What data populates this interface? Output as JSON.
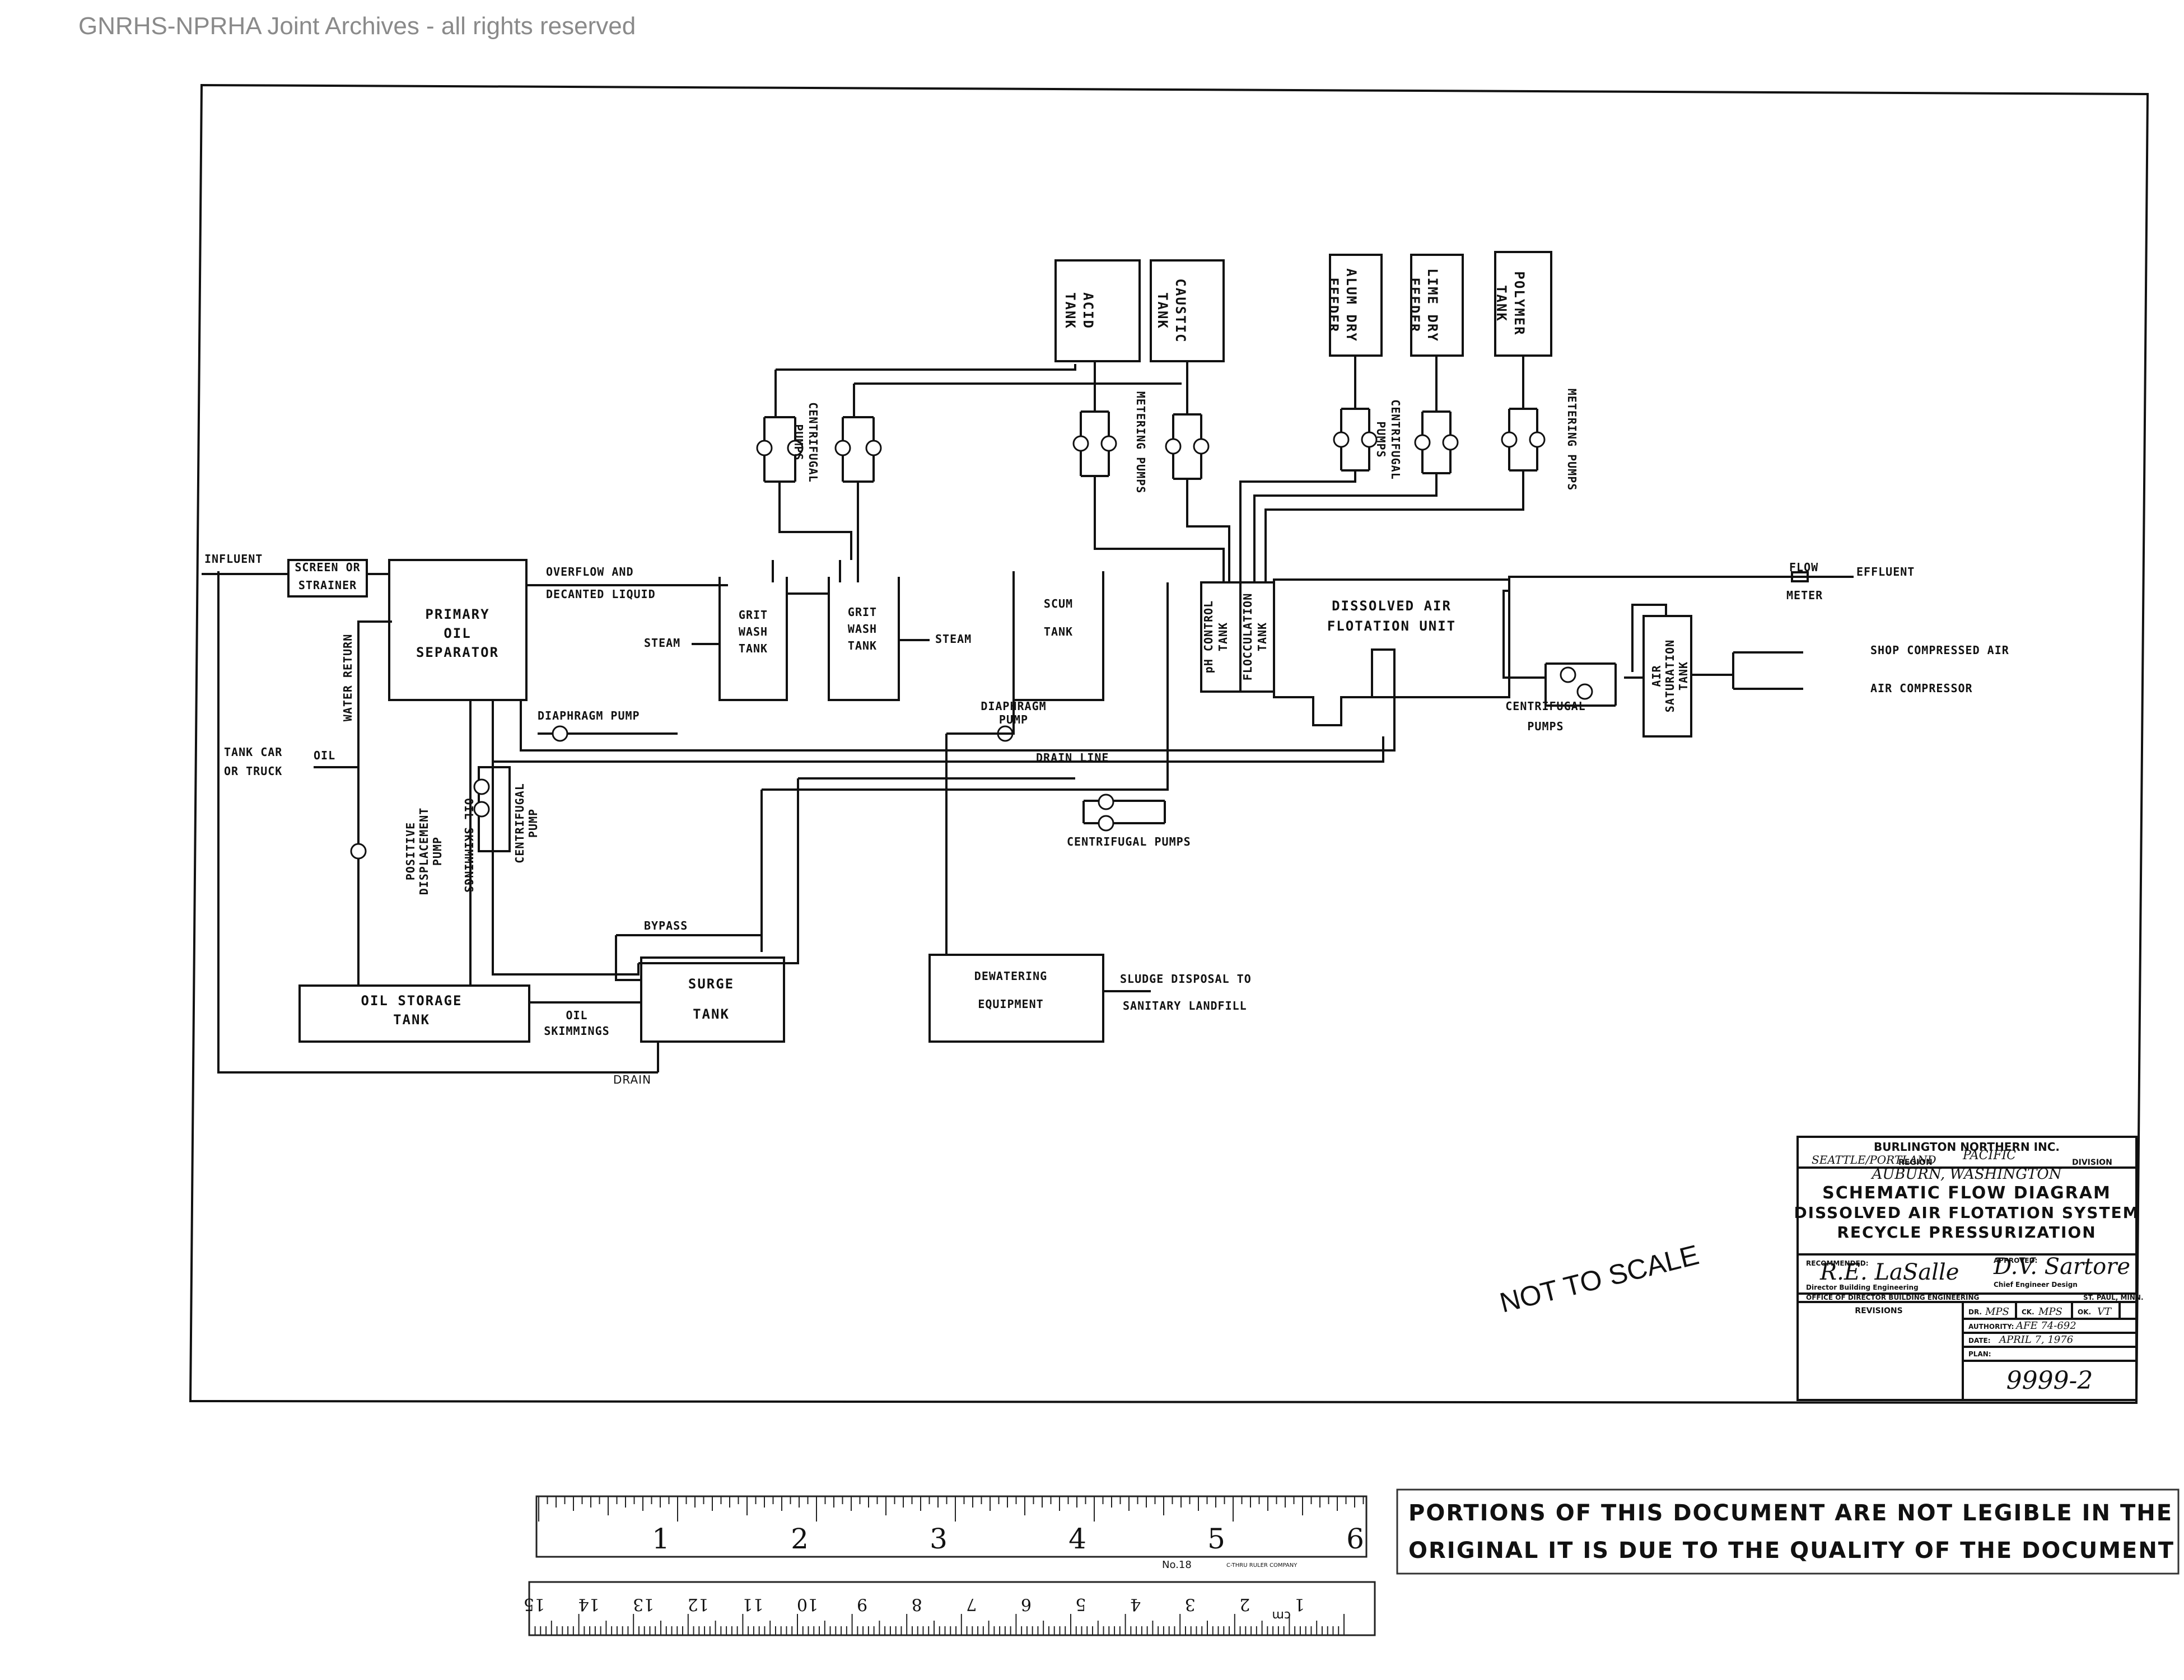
{
  "watermark": "GNRHS-NPRHA Joint Archives - all rights reserved",
  "labels": {
    "acid_tank": [
      "ACID",
      "TANK"
    ],
    "caustic_tank": [
      "CAUSTIC",
      "TANK"
    ],
    "alum_dry_feeder": [
      "ALUM DRY",
      "FEEDER"
    ],
    "lime_dry_feeder": [
      "LIME DRY",
      "FEEDER"
    ],
    "polymer_tank": [
      "POLYMER",
      "TANK"
    ],
    "centrifugal_pumps_top": [
      "CENTRIFUGAL",
      "PUMPS"
    ],
    "metering_pumps_acid": "METERING PUMPS",
    "centrifugal_pumps_alum": [
      "CENTRIFUGAL",
      "PUMPS"
    ],
    "metering_pumps_polymer": "METERING PUMPS",
    "influent": "INFLUENT",
    "screen_or_strainer": [
      "SCREEN OR",
      "STRAINER"
    ],
    "primary_oil_separator": [
      "PRIMARY",
      "OIL",
      "SEPARATOR"
    ],
    "overflow_decanted": [
      "OVERFLOW AND",
      "DECANTED LIQUID"
    ],
    "grit_wash_tank_1": [
      "GRIT",
      "WASH",
      "TANK"
    ],
    "grit_wash_tank_2": [
      "GRIT",
      "WASH",
      "TANK"
    ],
    "steam_left": "STEAM",
    "steam_right": "STEAM",
    "scum_tank": [
      "SCUM",
      "TANK"
    ],
    "ph_control_tank": [
      "pH CONTROL",
      "TANK"
    ],
    "flocculation_tank": [
      "FLOCCULATION",
      "TANK"
    ],
    "dissolved_air_flotation_unit": [
      "DISSOLVED AIR",
      "FLOTATION UNIT"
    ],
    "flow_meter": [
      "FLOW",
      "METER"
    ],
    "effluent": "EFFLUENT",
    "air_saturation_tank": [
      "AIR",
      "SATURATION",
      "TANK"
    ],
    "shop_compressed_air": "SHOP COMPRESSED AIR",
    "air_compressor": "AIR COMPRESSOR",
    "centrifugal_pumps_air": [
      "CENTRIFUGAL",
      "PUMPS"
    ],
    "diaphragm_pump_1": "DIAPHRAGM PUMP",
    "diaphragm_pump_2": [
      "DIAPHRAGM",
      "PUMP"
    ],
    "drain_line": "DRAIN LINE",
    "water_return": "WATER RETURN",
    "tank_car": [
      "TANK CAR",
      "OR TRUCK"
    ],
    "oil": "OIL",
    "positive_displacement_pump": [
      "POSITIVE",
      "DISPLACEMENT",
      "PUMP"
    ],
    "oil_skimmings_vertical": "OIL SKIMMINGS",
    "centrifugal_pump_left": [
      "CENTRIFUGAL",
      "PUMP"
    ],
    "centrifugal_pumps_mid": "CENTRIFUGAL PUMPS",
    "bypass": "BYPASS",
    "surge_tank": [
      "SURGE",
      "TANK"
    ],
    "oil_storage_tank": [
      "OIL STORAGE",
      "TANK"
    ],
    "oil_skimmings": [
      "OIL",
      "SKIMMINGS"
    ],
    "drain": "DRAIN",
    "dewatering_equipment": [
      "DEWATERING",
      "EQUIPMENT"
    ],
    "sludge_disposal": [
      "SLUDGE DISPOSAL TO",
      "SANITARY LANDFILL"
    ],
    "not_to_scale": "NOT TO SCALE"
  },
  "title_block": {
    "company": "BURLINGTON NORTHERN INC.",
    "region": "SEATTLE/PORTLAND",
    "region_suffix": "REGION",
    "division_name": "PACIFIC",
    "division_suffix": "DIVISION",
    "location": "AUBURN, WASHINGTON",
    "title_1": "SCHEMATIC FLOW DIAGRAM",
    "title_2": "DISSOLVED AIR FLOTATION SYSTEM",
    "title_3": "RECYCLE PRESSURIZATION",
    "recommended": "RECOMMENDED:",
    "approved": "APPROVED:",
    "sig_1": "R.E. LaSalle",
    "sig_2": "D.V. Sartore",
    "role_1": "Director Building Engineering",
    "role_2": "Chief Engineer Design",
    "office": "OFFICE OF DIRECTOR BUILDING ENGINEERING",
    "city": "ST. PAUL, MINN.",
    "revisions": "REVISIONS",
    "dr_label": "DR.",
    "dr_value": "MPS",
    "ck_label": "CK.",
    "ck_value": "MPS",
    "ok_label": "OK.",
    "ok_value": "VT",
    "authority_label": "AUTHORITY:",
    "authority_value": "AFE 74-692",
    "date_label": "DATE:",
    "date_value": "APRIL 7, 1976",
    "plan_label": "PLAN:",
    "plan_number": "9999-2"
  },
  "ruler": {
    "inch_numbers": [
      "1",
      "2",
      "3",
      "4",
      "5",
      "6"
    ],
    "cm_numbers": [
      "1",
      "2",
      "3",
      "4",
      "5",
      "6",
      "7",
      "8",
      "9",
      "10",
      "11",
      "12",
      "13",
      "14",
      "15"
    ],
    "cm_unit": "cm",
    "maker": "No.18",
    "brand": "C-THRU RULER COMPANY"
  },
  "notice": [
    "PORTIONS OF THIS DOCUMENT ARE NOT LEGIBLE IN THE",
    "ORIGINAL IT IS DUE TO THE QUALITY OF THE DOCUMENT"
  ]
}
